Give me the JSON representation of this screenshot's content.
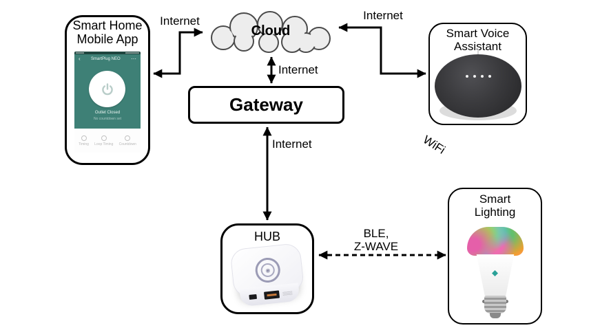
{
  "colors": {
    "diagram_outline": "#000000",
    "cloud_fill": "#EDEDED",
    "cloud_stroke": "#4A4A4A",
    "app_screen_teal": "#3E8076",
    "speaker_body": "#343437",
    "hub_ring": "#9B9BB5",
    "bulb_pink": "#F070B2",
    "bulb_green": "#9FD14C",
    "bulb_blue": "#5EC2EA",
    "bulb_orange": "#F6A132"
  },
  "nodes": {
    "mobile_app": {
      "title": "Smart Home\nMobile App"
    },
    "cloud": {
      "label": "Cloud"
    },
    "gateway": {
      "label": "Gateway"
    },
    "voice_assistant": {
      "title": "Smart Voice\nAssistant"
    },
    "hub": {
      "label": "HUB"
    },
    "lighting": {
      "title": "Smart\nLighting"
    }
  },
  "links": {
    "app_cloud_label": "Internet",
    "cloud_voice_label": "Internet",
    "cloud_gateway_label": "Internet",
    "gateway_hub_label": "Internet",
    "hub_lighting_label": "BLE,\nZ-WAVE",
    "wifi_label": "WiFi"
  },
  "phone_app": {
    "back_icon": "‹",
    "header_title": "SmartPlug NEO",
    "menu_icon": "⋯",
    "status_text": "Outlet Closed",
    "status_subtext": "No countdown set",
    "actions": [
      {
        "label": "Timing"
      },
      {
        "label": "Loop Timing"
      },
      {
        "label": "Countdown"
      }
    ]
  }
}
